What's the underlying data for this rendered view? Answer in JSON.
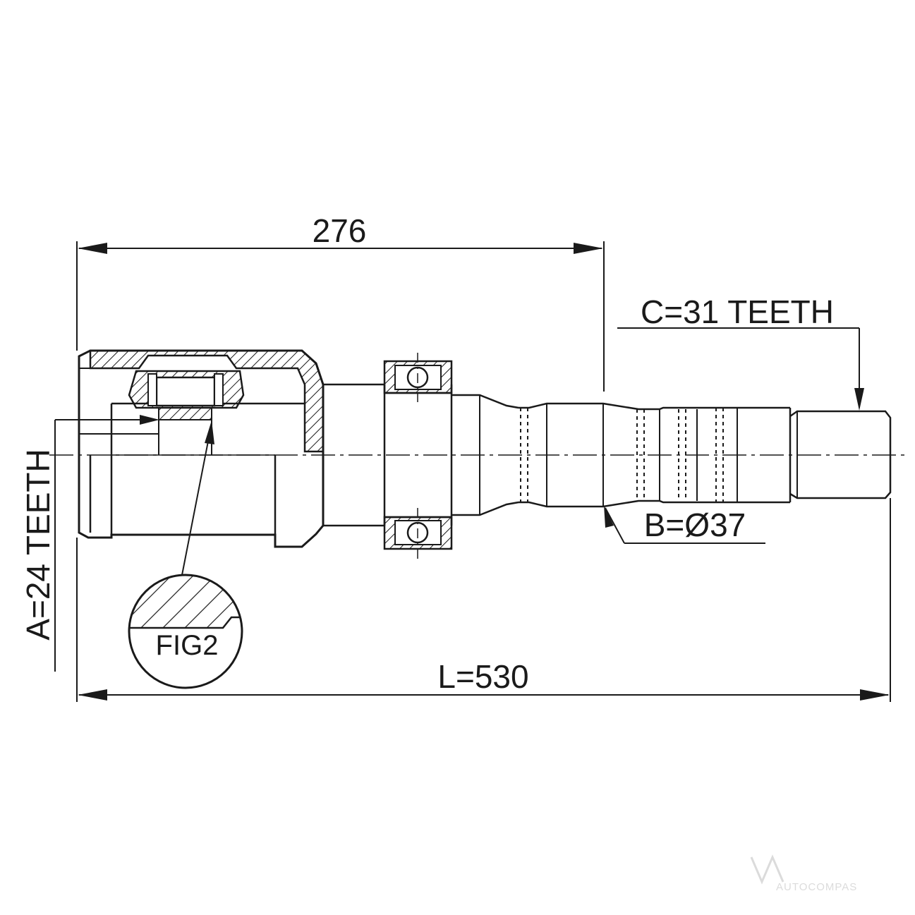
{
  "dimensions": {
    "length_276": "276",
    "spline_c": "C=31 TEETH",
    "diameter_b": "B=Ø37",
    "spline_a": "A=24 TEETH",
    "total_length": "L=530"
  },
  "detail": {
    "label": "FIG2"
  },
  "watermark": {
    "text": "AUTOCOMPAS"
  }
}
